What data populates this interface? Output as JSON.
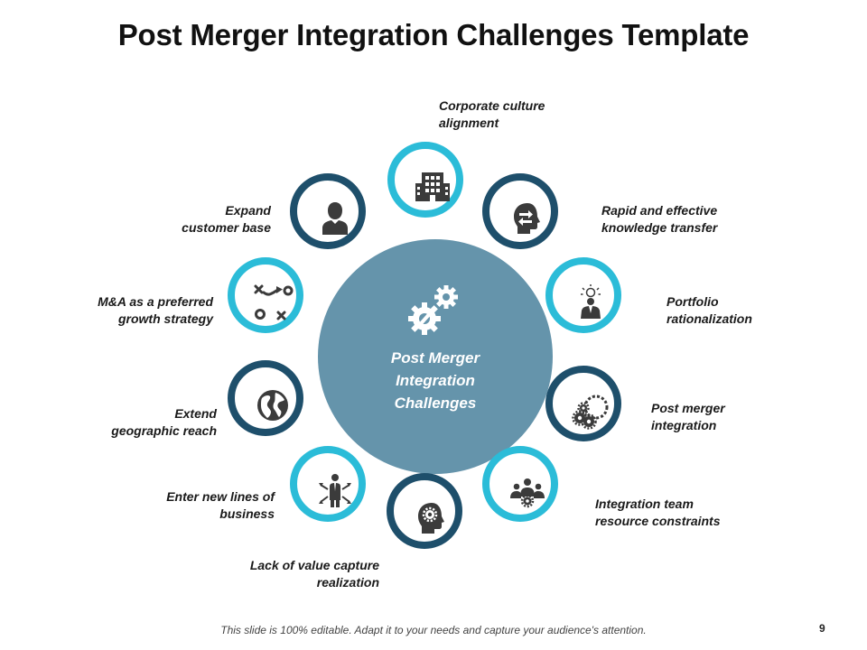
{
  "title": "Post Merger Integration Challenges Template",
  "center_label": "Post Merger\nIntegration\nChallenges",
  "items": [
    {
      "label": "Corporate culture\nalignment",
      "icon": "building-icon"
    },
    {
      "label": "Rapid and effective\nknowledge transfer",
      "icon": "head-exchange-icon"
    },
    {
      "label": "Portfolio\nrationalization",
      "icon": "businessman-idea-icon"
    },
    {
      "label": "Post merger\nintegration",
      "icon": "gears-icon"
    },
    {
      "label": "Integration team\nresource constraints",
      "icon": "team-gear-icon"
    },
    {
      "label": "Lack of value capture\nrealization",
      "icon": "head-gear-icon"
    },
    {
      "label": "Enter new lines of\nbusiness",
      "icon": "businessman-arrows-icon"
    },
    {
      "label": "Extend\ngeographic  reach",
      "icon": "globe-icon"
    },
    {
      "label": "M&A as a preferred\ngrowth strategy",
      "icon": "strategy-icon"
    },
    {
      "label": "Expand\ncustomer base",
      "icon": "user-icon"
    }
  ],
  "colors": {
    "dark_ring": "#1e4f6b",
    "light_ring": "#2bbcd8",
    "center": "#6594ab",
    "icon": "#3b3b3b"
  },
  "footer": "This slide is 100% editable. Adapt it to your needs and capture your audience's attention.",
  "page_number": "9"
}
